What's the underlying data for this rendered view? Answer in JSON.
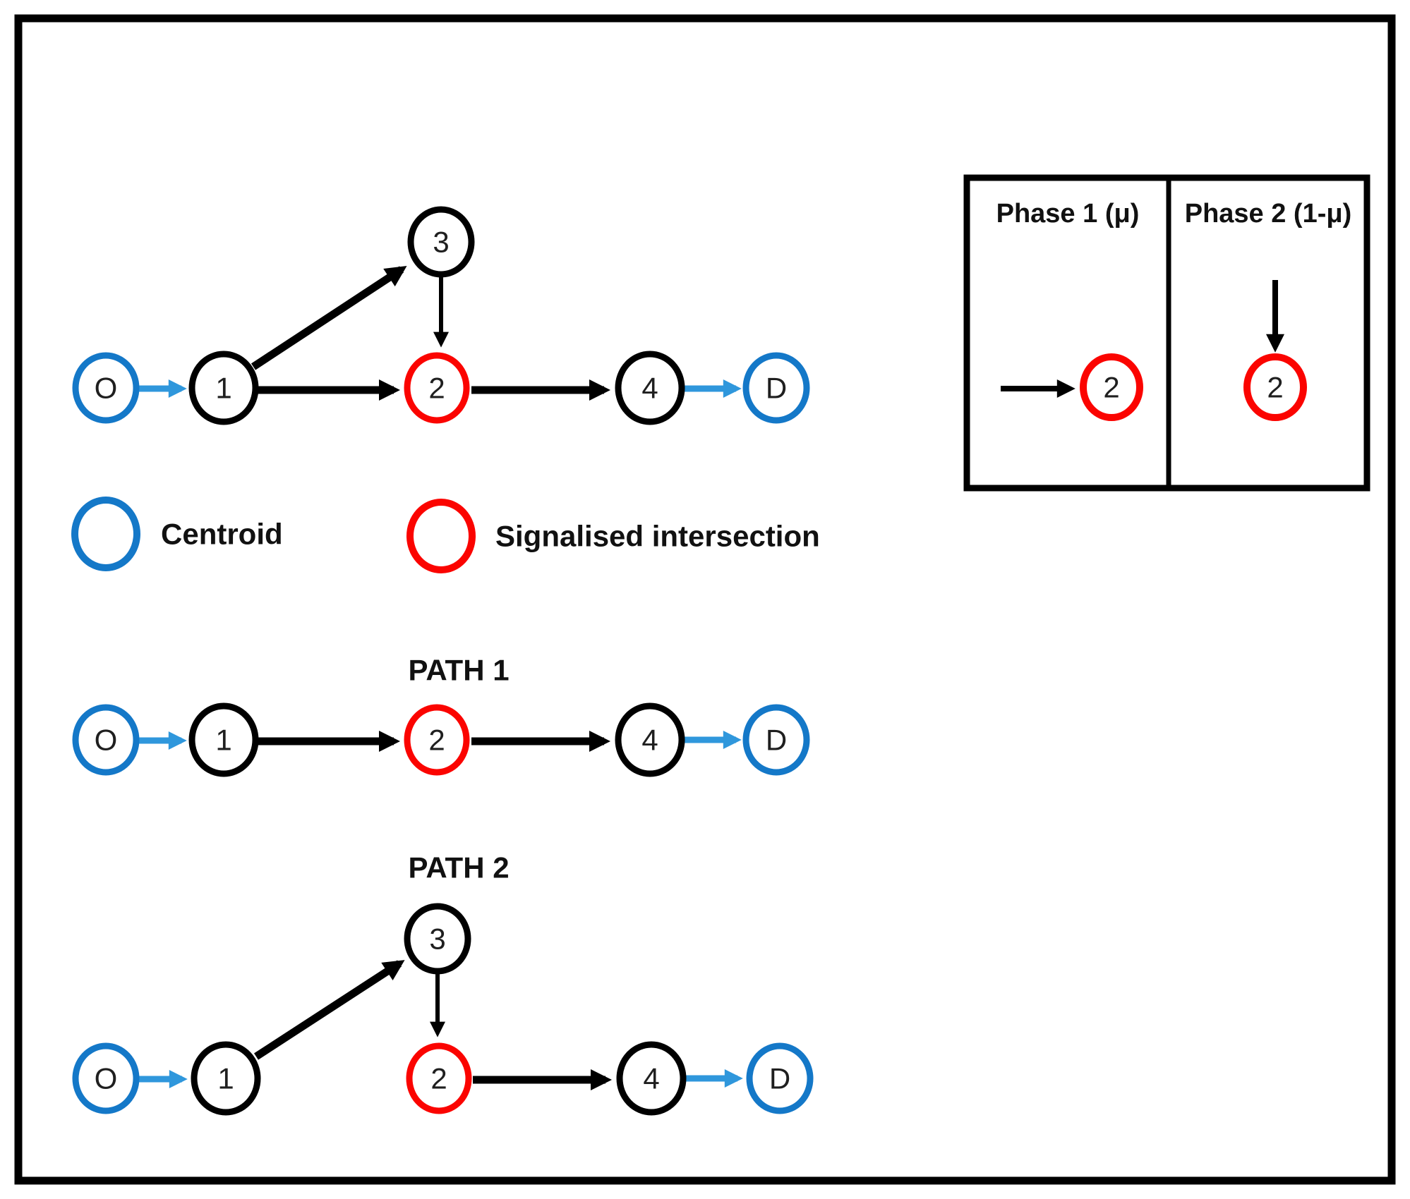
{
  "colors": {
    "centroid_blue": "#1478C8",
    "arrow_blue": "#2F97DC",
    "signal_red": "#FB0400",
    "edge_black": "#000000"
  },
  "legend": {
    "centroid": "Centroid",
    "signalised": "Signalised intersection"
  },
  "phase_diagram": {
    "phase1_title": "Phase 1 (μ)",
    "phase2_title": "Phase 2 (1-μ)",
    "phase1_node": "2",
    "phase2_node": "2"
  },
  "network": {
    "origin": "O",
    "node1": "1",
    "node2": "2",
    "node3": "3",
    "node4": "4",
    "destination": "D"
  },
  "path1": {
    "title": "PATH 1",
    "origin": "O",
    "node1": "1",
    "node2": "2",
    "node4": "4",
    "destination": "D"
  },
  "path2": {
    "title": "PATH 2",
    "origin": "O",
    "node1": "1",
    "node2": "2",
    "node3": "3",
    "node4": "4",
    "destination": "D"
  }
}
